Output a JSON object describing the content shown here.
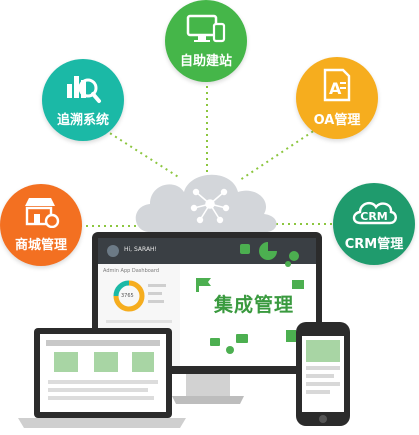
{
  "modules": {
    "web": "自助建站",
    "trace": "追溯系统",
    "oa": "OA管理",
    "shop": "商城管理",
    "crm": "CRM管理",
    "crm_logo": "CRM"
  },
  "center_label": "集成管理",
  "dashboard": {
    "greeting": "Hi, SARAH!",
    "title": "Admin App Dashboard",
    "gauge_value": "3765"
  },
  "colors": {
    "web": "#45b649",
    "trace": "#1bb9a6",
    "oa": "#f6ad1e",
    "shop": "#f37021",
    "crm": "#1f9b6d",
    "cloud": "#d5d8dc",
    "accent": "#4caf50"
  }
}
